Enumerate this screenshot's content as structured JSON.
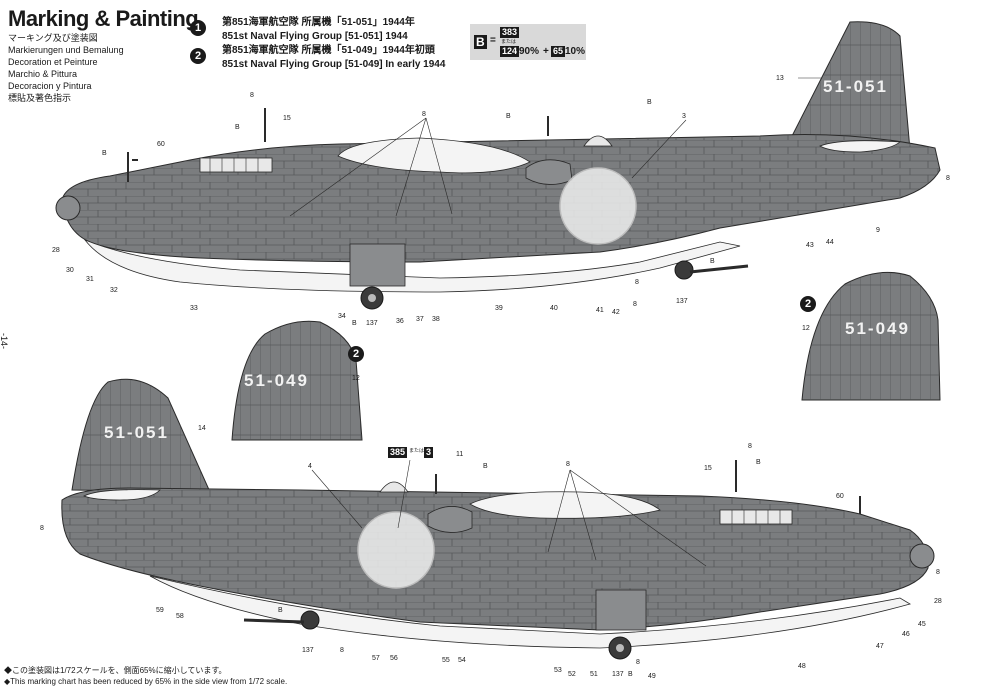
{
  "header": {
    "title": "Marking & Painting",
    "subtitles": [
      "マーキング及び塗装図",
      "Markierungen und Bemalung",
      "Decoration et Peinture",
      "Marchio & Pittura",
      "Decoracion y Pintura",
      "標貼及著色指示"
    ]
  },
  "legend": {
    "option1": {
      "num": "1",
      "jp": "第851海軍航空隊 所属機「51-051」1944年",
      "en": "851st Naval Flying Group [51-051] 1944"
    },
    "option2": {
      "num": "2",
      "jp": "第851海軍航空隊 所属機「51-049」1944年初頭",
      "en": "851st Naval Flying Group [51-049] In early 1944"
    }
  },
  "color_formula": {
    "label": "B",
    "eq": "=",
    "c1": "383",
    "or_text": "または",
    "c1_alt": "124",
    "p1": "90%",
    "plus": "+",
    "c2": "65",
    "p2": "10%"
  },
  "codes": {
    "hull": "51-051",
    "tail2": "51-049",
    "c385": "385",
    "c3": "3",
    "or_text": "または"
  },
  "callouts_top": [
    "8",
    "B",
    "15",
    "B",
    "60",
    "28",
    "30",
    "31",
    "32",
    "33",
    "34",
    "B",
    "137",
    "36",
    "37",
    "38",
    "39",
    "40",
    "41",
    "42",
    "8",
    "137",
    "B",
    "8",
    "43",
    "44",
    "9",
    "B",
    "3",
    "B",
    "13",
    "8"
  ],
  "callouts_bottom": [
    "14",
    "12",
    "12",
    "4",
    "385",
    "3",
    "11",
    "B",
    "8",
    "B",
    "15",
    "60",
    "8",
    "28",
    "59",
    "58",
    "B",
    "137",
    "8",
    "57",
    "56",
    "55",
    "54",
    "53",
    "52",
    "51",
    "137",
    "B",
    "49",
    "8",
    "48",
    "47",
    "46",
    "45",
    "8"
  ],
  "page_number": "-14-",
  "footnotes": {
    "jp": "◆この塗装図は1/72スケールを、側面65%に縮小しています。",
    "en": "◆This marking chart has been reduced by 65% in the side view from 1/72 scale."
  },
  "colors": {
    "aircraft": "#7b7d7f",
    "hullWhite": "#f4f4f4",
    "line": "#2a2a2a"
  }
}
